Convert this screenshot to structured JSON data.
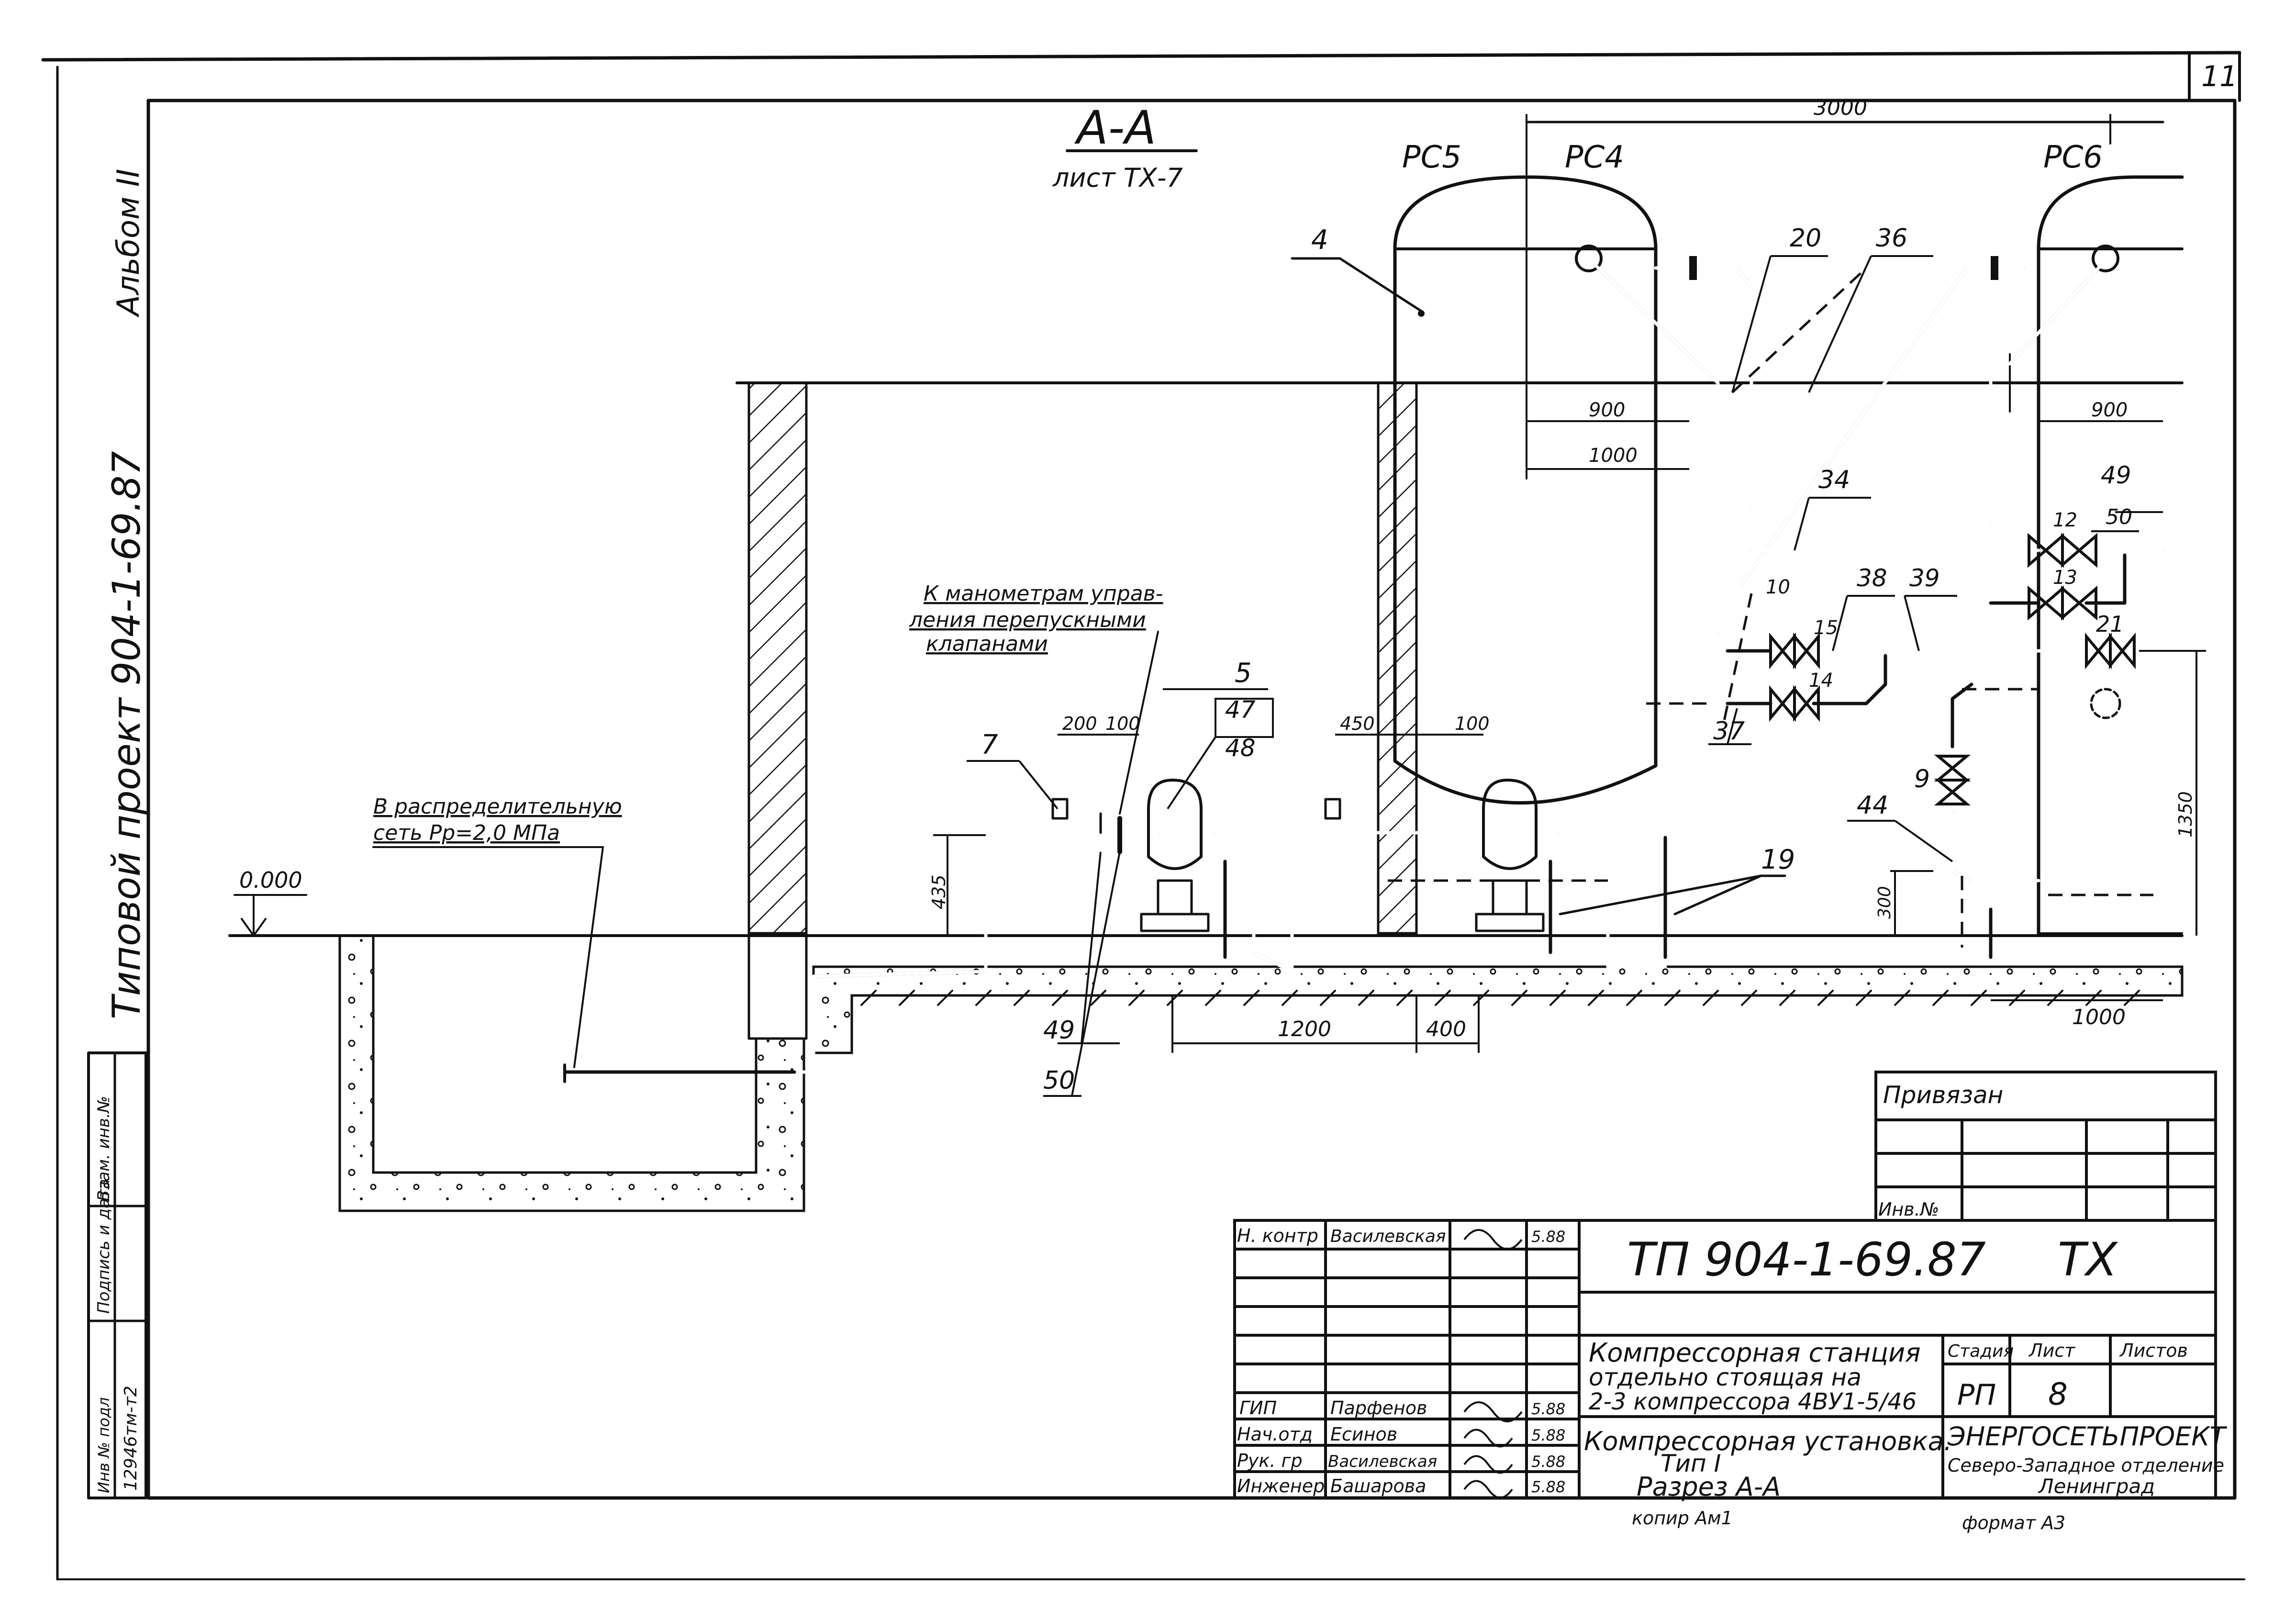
{
  "sheet_number": "11",
  "album": "Альбом II",
  "project_side": "Типовой проект 904-1-69.87",
  "section": {
    "title": "А-А",
    "sheet_ref": "лист ТХ-7"
  },
  "equipment_labels": {
    "rs5": "РС5",
    "rs4": "РС4",
    "rs6": "РС6"
  },
  "notes": {
    "manometers_1": "К манометрам управ-",
    "manometers_2": "ления перепускными",
    "manometers_3": "клапанами",
    "network_1": "В распределительную",
    "network_2": "сеть Рр=2,0 МПа",
    "level": "0.000"
  },
  "dimensions": {
    "d3000": "3000",
    "d900a": "900",
    "d1000a": "1000",
    "d900b": "900",
    "d200": "200",
    "d100a": "100",
    "d450": "450",
    "d100b": "100",
    "d435": "435",
    "d1350": "1350",
    "d300": "300",
    "d1200": "1200",
    "d400": "400",
    "d1000b": "1000"
  },
  "positions": {
    "p4": "4",
    "p20": "20",
    "p36": "36",
    "p34": "34",
    "p49a": "49",
    "p50a": "50",
    "p12": "12",
    "p13": "13",
    "p10": "10",
    "p38": "38",
    "p39": "39",
    "p15": "15",
    "p21": "21",
    "p14": "14",
    "p37": "37",
    "p5": "5",
    "p47": "47",
    "p48": "48",
    "p7": "7",
    "p9": "9",
    "p44": "44",
    "p19": "19",
    "p49b": "49",
    "p50b": "50"
  },
  "side_stamp": {
    "inv_orig": "Инв № подл",
    "sign_date": "Подпись и дата",
    "replace_inv": "Взам. инв.№",
    "inv_value": "12946тм-т2"
  },
  "binding": {
    "title": "Привязан",
    "inv_no": "Инв.№"
  },
  "title_block": {
    "designation": "ТП 904-1-69.87",
    "mark": "ТХ",
    "roles": [
      {
        "role": "Н. контр",
        "name": "Василевская",
        "date": "5.88"
      },
      {
        "role": "",
        "name": "",
        "date": ""
      },
      {
        "role": "",
        "name": "",
        "date": ""
      },
      {
        "role": "",
        "name": "",
        "date": ""
      },
      {
        "role": "",
        "name": "",
        "date": ""
      },
      {
        "role": "ГИП",
        "name": "Парфенов",
        "date": "5.88"
      },
      {
        "role": "Нач.отд",
        "name": "Есинов",
        "date": "5.88"
      },
      {
        "role": "Рук. гр",
        "name": "Василевская",
        "date": "5.88"
      },
      {
        "role": "Инженер",
        "name": "Башарова",
        "date": "5.88"
      }
    ],
    "object_1": "Компрессорная станция",
    "object_2": "отдельно стоящая на",
    "object_3": "2-3 компрессора 4ВУ1-5/46",
    "drawing_1": "Компрессорная установка.",
    "drawing_2": "Тип I",
    "drawing_3": "Разрез А-А",
    "stage_h": "Стадия",
    "sheet_h": "Лист",
    "sheets_h": "Листов",
    "stage": "РП",
    "sheet": "8",
    "sheets": "",
    "org_1": "ЭНЕРГОСЕТЬПРОЕКТ",
    "org_2": "Северо-Западное отделение",
    "org_3": "Ленинград"
  },
  "footer": {
    "copied": "копир Ам1",
    "format": "формат А3"
  }
}
